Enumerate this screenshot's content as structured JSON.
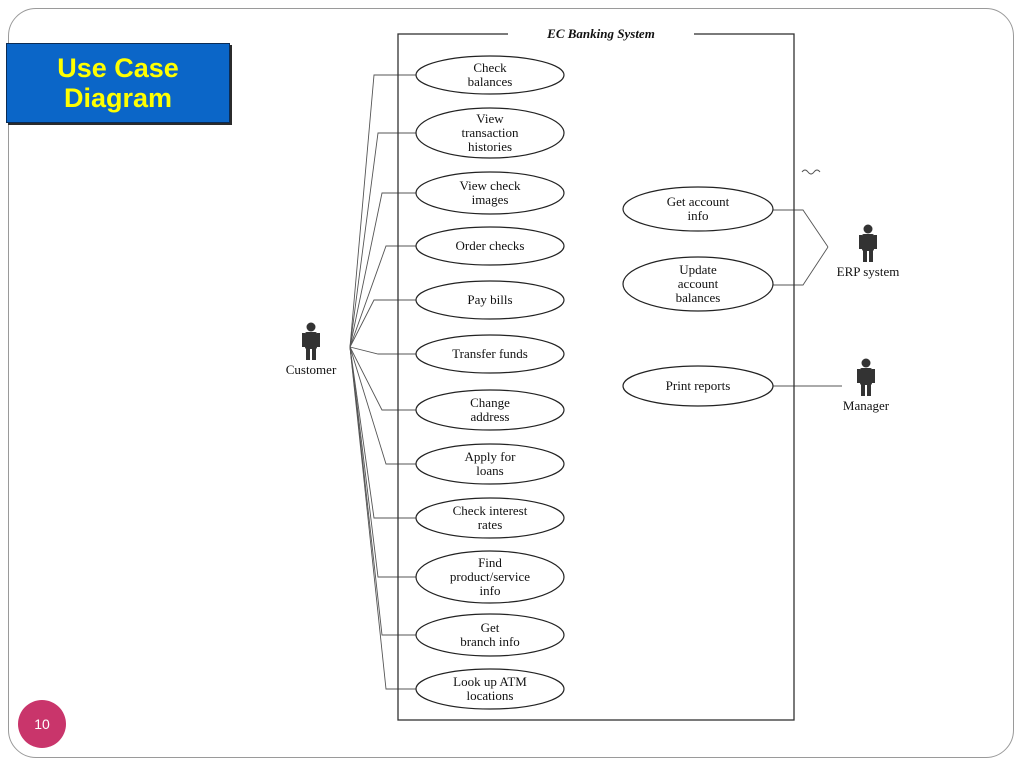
{
  "slide": {
    "title": "Use Case Diagram",
    "page_number": "10"
  },
  "diagram": {
    "system_name": "EC Banking System",
    "actors": [
      {
        "name": "Customer"
      },
      {
        "name": "ERP system"
      },
      {
        "name": "Manager"
      }
    ],
    "use_cases_left": [
      {
        "lines": [
          "Check",
          "balances"
        ]
      },
      {
        "lines": [
          "View",
          "transaction",
          "histories"
        ]
      },
      {
        "lines": [
          "View check",
          "images"
        ]
      },
      {
        "lines": [
          "Order checks"
        ]
      },
      {
        "lines": [
          "Pay bills"
        ]
      },
      {
        "lines": [
          "Transfer funds"
        ]
      },
      {
        "lines": [
          "Change",
          "address"
        ]
      },
      {
        "lines": [
          "Apply for",
          "loans"
        ]
      },
      {
        "lines": [
          "Check interest",
          "rates"
        ]
      },
      {
        "lines": [
          "Find",
          "product/service",
          "info"
        ]
      },
      {
        "lines": [
          "Get",
          "branch info"
        ]
      },
      {
        "lines": [
          "Look up ATM",
          "locations"
        ]
      }
    ],
    "use_cases_right": [
      {
        "lines": [
          "Get account",
          "info"
        ]
      },
      {
        "lines": [
          "Update",
          "account",
          "balances"
        ]
      },
      {
        "lines": [
          "Print reports"
        ]
      }
    ],
    "associations": [
      {
        "actor": "Customer",
        "use_cases": [
          "Check balances",
          "View transaction histories",
          "View check images",
          "Order checks",
          "Pay bills",
          "Transfer funds",
          "Change address",
          "Apply for loans",
          "Check interest rates",
          "Find product/service info",
          "Get branch info",
          "Look up ATM locations"
        ]
      },
      {
        "actor": "ERP system",
        "use_cases": [
          "Get account info",
          "Update account balances"
        ]
      },
      {
        "actor": "Manager",
        "use_cases": [
          "Print reports"
        ]
      }
    ]
  }
}
